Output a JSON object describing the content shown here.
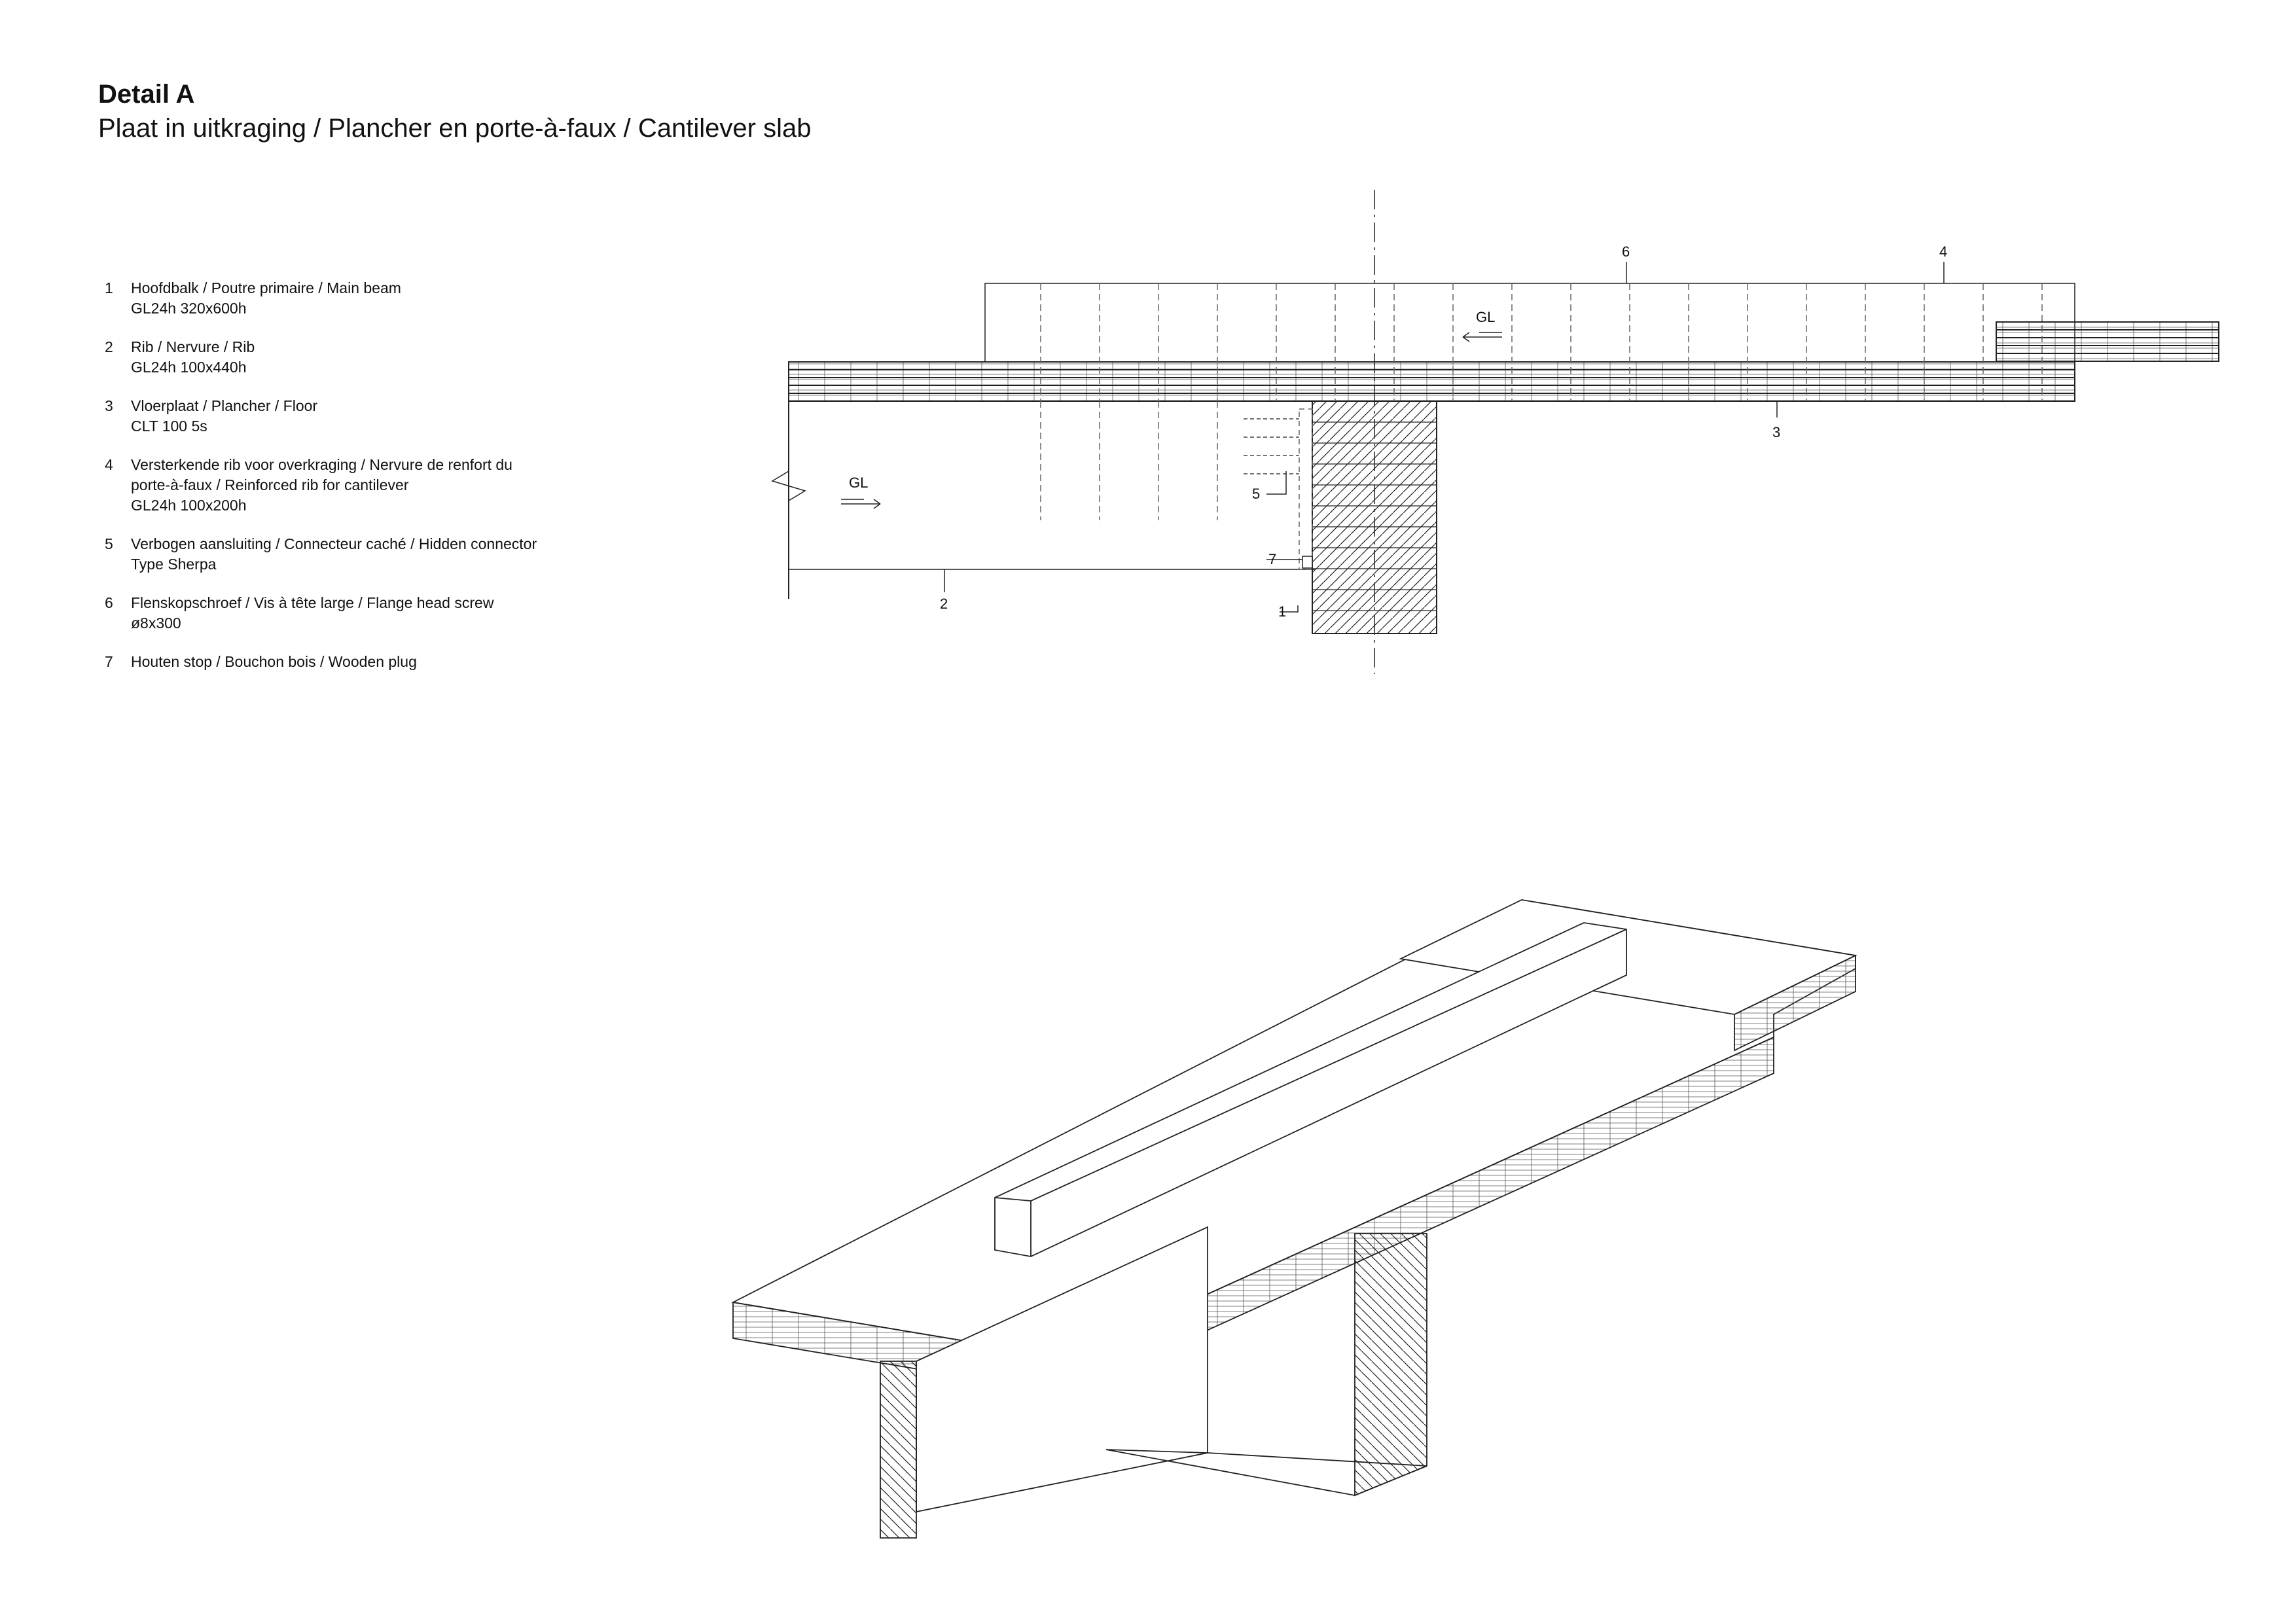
{
  "header": {
    "title": "Detail A",
    "subtitle": "Plaat in uitkraging / Plancher en porte-à-faux / Cantilever slab"
  },
  "legend": [
    {
      "num": "1",
      "lines": [
        "Hoofdbalk / Poutre primaire / Main beam",
        "GL24h 320x600h"
      ]
    },
    {
      "num": "2",
      "lines": [
        "Rib / Nervure / Rib",
        "GL24h 100x440h"
      ]
    },
    {
      "num": "3",
      "lines": [
        "Vloerplaat / Plancher / Floor",
        "CLT 100 5s"
      ]
    },
    {
      "num": "4",
      "lines": [
        "Versterkende rib voor overkraging / Nervure de renfort du",
        "porte-à-faux / Reinforced rib for cantilever",
        "GL24h 100x200h"
      ]
    },
    {
      "num": "5",
      "lines": [
        "Verbogen aansluiting / Connecteur caché / Hidden connector",
        "Type Sherpa"
      ]
    },
    {
      "num": "6",
      "lines": [
        "Flenskopschroef / Vis à tête large / Flange head screw",
        "ø8x300"
      ]
    },
    {
      "num": "7",
      "lines": [
        "Houten stop / Bouchon bois / Wooden plug"
      ]
    }
  ],
  "section": {
    "callouts": {
      "c1": "1",
      "c2": "2",
      "c3": "3",
      "c4": "4",
      "c5": "5",
      "c6": "6",
      "c7": "7"
    },
    "gl_label_top": "GL",
    "gl_label_left": "GL"
  },
  "colors": {
    "line": "#222222",
    "dash": "#666666",
    "fill": "#ffffff"
  }
}
